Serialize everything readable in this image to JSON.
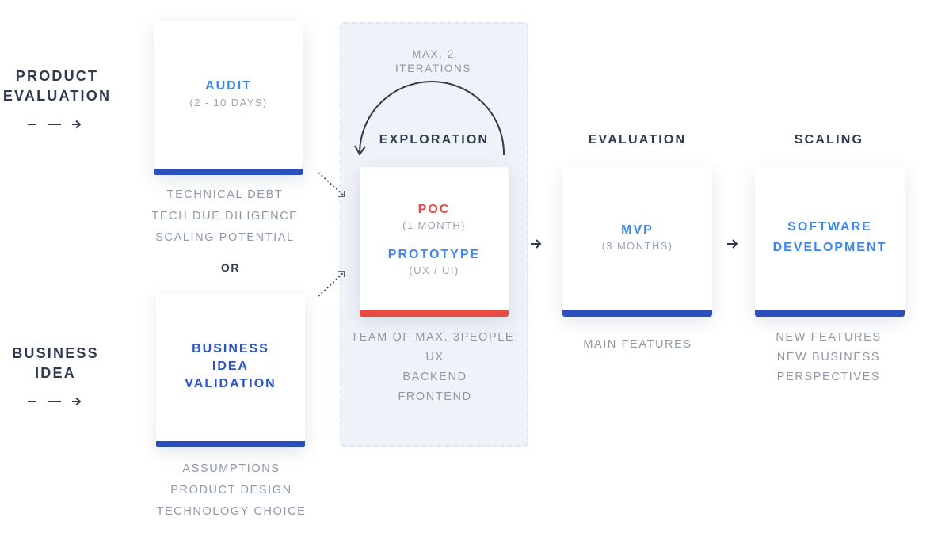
{
  "left": {
    "product_evaluation": "PRODUCT\nEVALUATION",
    "business_idea": "BUSINESS\nIDEA",
    "or_label": "OR"
  },
  "audit": {
    "title": "AUDIT",
    "subtitle": "(2 - 10 DAYS)",
    "items": [
      "TECHNICAL DEBT",
      "TECH DUE DILIGENCE",
      "SCALING POTENTIAL"
    ]
  },
  "validation": {
    "title": "BUSINESS\nIDEA\nVALIDATION",
    "items": [
      "ASSUMPTIONS",
      "PRODUCT DESIGN",
      "TECHNOLOGY CHOICE"
    ]
  },
  "exploration": {
    "iterations": "MAX. 2\nITERATIONS",
    "heading": "EXPLORATION",
    "poc_title": "POC",
    "poc_sub": "(1 MONTH)",
    "prototype_title": "PROTOTYPE",
    "prototype_sub": "(UX / UI)",
    "team": [
      "TEAM OF MAX. 3PEOPLE:",
      "UX",
      "BACKEND",
      "FRONTEND"
    ]
  },
  "evaluation": {
    "heading": "EVALUATION",
    "title": "MVP",
    "subtitle": "(3 MONTHS)",
    "items": [
      "MAIN FEATURES"
    ]
  },
  "scaling": {
    "heading": "SCALING",
    "title": "SOFTWARE\nDEVELOPMENT",
    "items": [
      "NEW FEATURES",
      "NEW BUSINESS",
      "PERSPECTIVES"
    ]
  },
  "colors": {
    "accent_blue": "#3f86ec",
    "dark_blue": "#2853c9",
    "bar_blue": "#2d4fbd",
    "red": "#e84a44",
    "heading": "#2f3a4e",
    "muted": "#8f98a6",
    "panel": "#eff2f8"
  },
  "icons": [
    "dashed-arrow-icon",
    "dotted-arrow-icon",
    "loop-arrow-icon",
    "right-arrow-icon"
  ]
}
